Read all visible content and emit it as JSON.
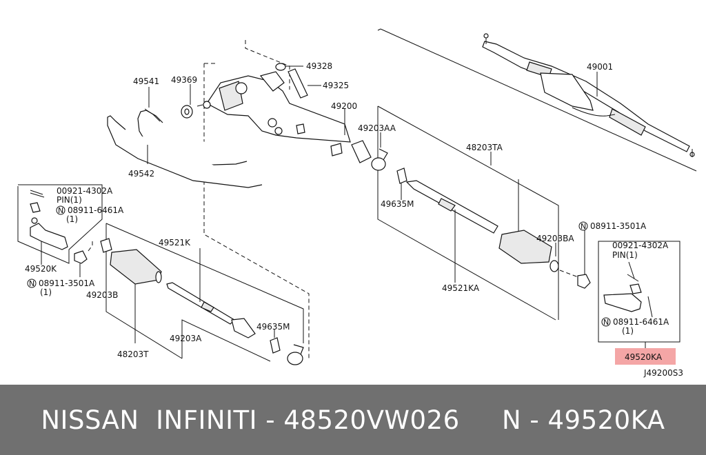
{
  "labels": {
    "p49001": "49001",
    "p49328": "49328",
    "p49325": "49325",
    "p49541": "49541",
    "p49369": "49369",
    "p49200": "49200",
    "p49203AA": "49203AA",
    "p48203TA": "48203TA",
    "p49542": "49542",
    "p00921_l": "00921-4302A",
    "pin_l": "PIN(1)",
    "p08911_6461_l": "08911-6461A",
    "qty_6461_l": "(1)",
    "p49635M_r": "49635M",
    "p08911_3501_r": "08911-3501A",
    "p49520K": "49520K",
    "p49521K": "49521K",
    "p49203BA": "49203BA",
    "p00921_r": "00921-4302A",
    "pin_r": "PIN(1)",
    "p08911_3501_l": "08911-3501A",
    "qty_3501_l": "(1)",
    "p49203B": "49203B",
    "p49521KA": "49521KA",
    "p08911_6461_r": "08911-6461A",
    "qty_6461_r": "(1)",
    "p49635M_l": "49635M",
    "p48203T": "48203T",
    "p49203A": "49203A",
    "p49520KA": "49520KA",
    "ref": "J49200S3",
    "n_mark": "N"
  },
  "highlight_color": "#f4a6a6",
  "footer": {
    "left": "NISSAN  INFINITI - 48520VW026",
    "right": "N - 49520KA"
  }
}
